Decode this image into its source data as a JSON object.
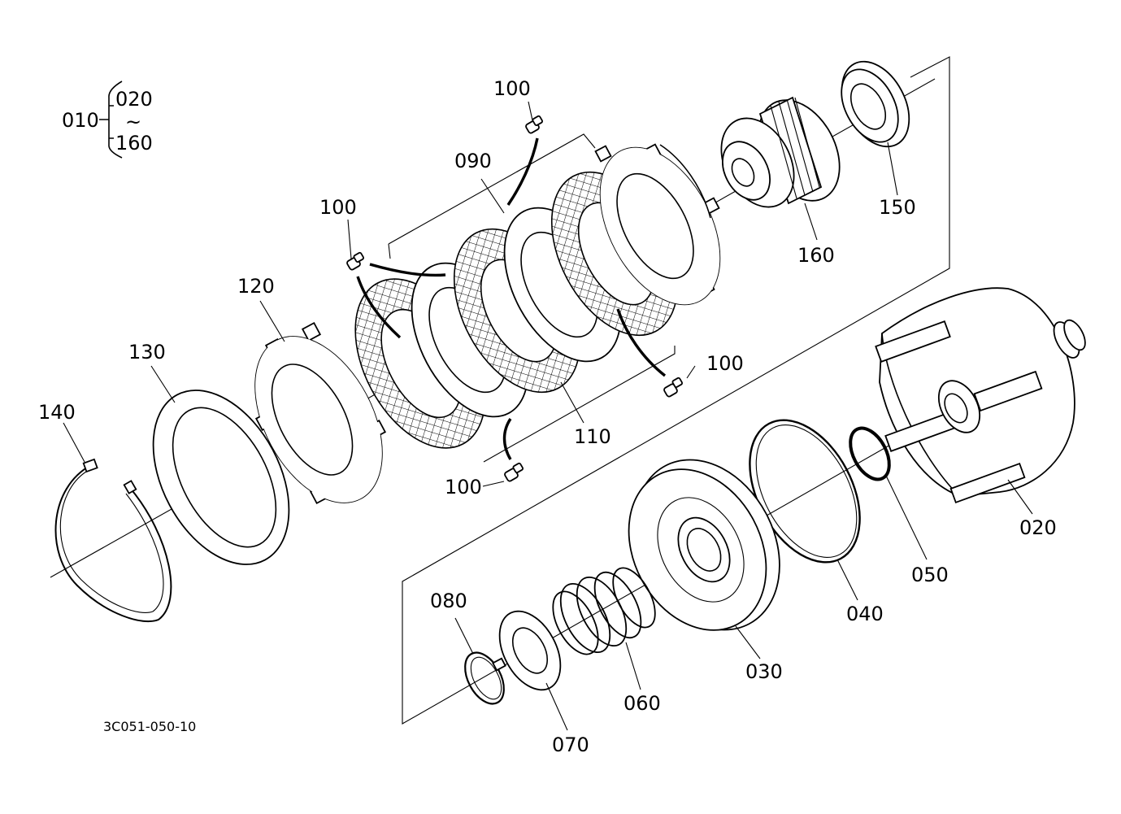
{
  "assembly": {
    "ref": "010",
    "range_start": "020",
    "range_tilde": "~",
    "range_end": "160"
  },
  "labels": {
    "p020": "020",
    "p030": "030",
    "p040": "040",
    "p050": "050",
    "p060": "060",
    "p070": "070",
    "p080": "080",
    "p090": "090",
    "p100": "100",
    "p110": "110",
    "p120": "120",
    "p130": "130",
    "p140": "140",
    "p150": "150",
    "p160": "160"
  },
  "drawing_code": "3C051-050-10"
}
